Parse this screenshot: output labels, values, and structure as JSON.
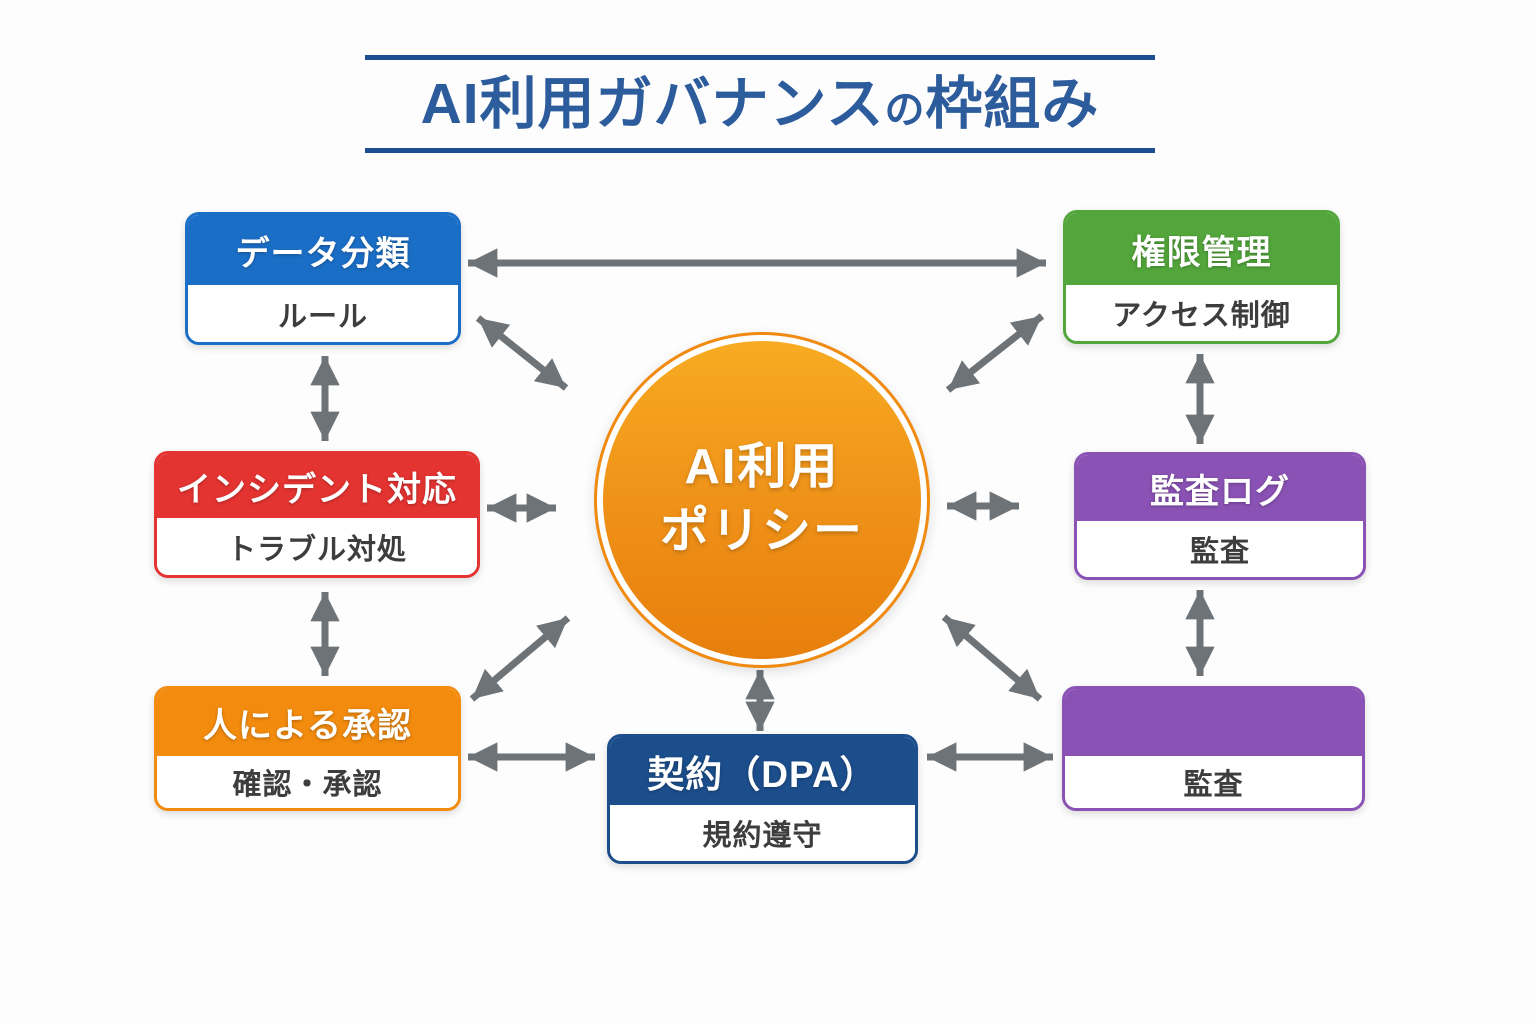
{
  "title": {
    "part1": "AI利用ガバナンス",
    "particle": "の",
    "part2": "枠組み"
  },
  "center": {
    "line1": "AI利用",
    "line2": "ポリシー",
    "color": "#f08a10"
  },
  "nodes": {
    "data_classification": {
      "header": "データ分類",
      "body": "ルール",
      "color": "#1b6ec6"
    },
    "access_management": {
      "header": "権限管理",
      "body": "アクセス制御",
      "color": "#53a63b"
    },
    "incident_response": {
      "header": "インシデント対応",
      "body": "トラブル対処",
      "color": "#e43431"
    },
    "audit_log": {
      "header": "監査ログ",
      "body": "監査",
      "color": "#8a52b4"
    },
    "human_approval": {
      "header": "人による承認",
      "body": "確認・承認",
      "color": "#f28b0e"
    },
    "contract_dpa": {
      "header": "契約（DPA）",
      "body": "規約遵守",
      "color": "#1c4e8c"
    },
    "audit": {
      "header": "",
      "body": "監査",
      "color": "#8a52b4"
    }
  },
  "edges": [
    {
      "from": "data_classification",
      "to": "access_management"
    },
    {
      "from": "data_classification",
      "to": "ai_policy"
    },
    {
      "from": "access_management",
      "to": "ai_policy"
    },
    {
      "from": "data_classification",
      "to": "incident_response"
    },
    {
      "from": "access_management",
      "to": "audit_log"
    },
    {
      "from": "incident_response",
      "to": "ai_policy"
    },
    {
      "from": "audit_log",
      "to": "ai_policy"
    },
    {
      "from": "incident_response",
      "to": "human_approval"
    },
    {
      "from": "audit_log",
      "to": "audit"
    },
    {
      "from": "human_approval",
      "to": "ai_policy"
    },
    {
      "from": "audit",
      "to": "ai_policy"
    },
    {
      "from": "ai_policy",
      "to": "contract_dpa"
    },
    {
      "from": "human_approval",
      "to": "contract_dpa"
    },
    {
      "from": "contract_dpa",
      "to": "audit"
    }
  ],
  "colors": {
    "arrow": "#6d7377",
    "title_text": "#2d5c9c",
    "title_line": "#1d4f90",
    "background": "#fdfdfd"
  }
}
